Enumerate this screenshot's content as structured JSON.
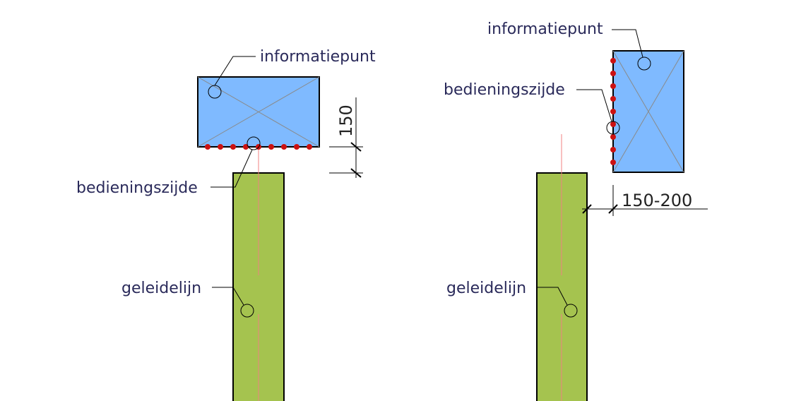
{
  "colors": {
    "info_box_fill": "#7fbaff",
    "guide_strip_fill": "#a5c34f",
    "center_line": "#f08080",
    "operating_side_dots": "#cc1111",
    "label_text": "#2a2a5a",
    "outline": "#000000"
  },
  "left": {
    "info_label": "informatiepunt",
    "operating_label": "bedieningszijde",
    "guide_label": "geleidelijn",
    "dimension": "150"
  },
  "right": {
    "info_label": "informatiepunt",
    "operating_label": "bedieningszijde",
    "guide_label": "geleidelijn",
    "dimension": "150-200"
  }
}
